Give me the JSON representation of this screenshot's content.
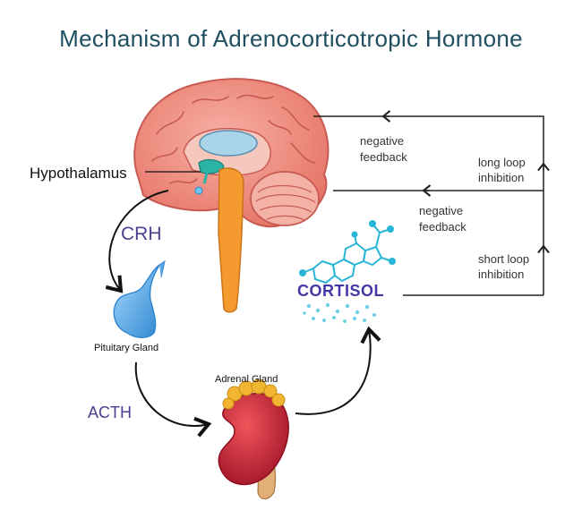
{
  "title": "Mechanism of Adrenocorticotropic Hormone",
  "labels": {
    "hypothalamus": "Hypothalamus",
    "crh": "CRH",
    "pituitary": "Pituitary Gland",
    "acth": "ACTH",
    "adrenal": "Adrenal Gland",
    "cortisol": "CORTISOL",
    "negative_feedback_1": [
      "negative",
      "feedback"
    ],
    "negative_feedback_2": [
      "negative",
      "feedback"
    ],
    "long_loop": [
      "long loop",
      "inhibition"
    ],
    "short_loop": [
      "short loop",
      "inhibition"
    ]
  },
  "colors": {
    "title": "#1f4e5f",
    "brain": "#f08a7e",
    "brain_dark": "#c85a52",
    "stem": "#f59a2f",
    "pituitary": "#5aa9e6",
    "cortisol_text": "#4338a3",
    "molecule": "#29b6d6",
    "kidney": "#d6323a",
    "adrenal_fat": "#f2b531"
  }
}
